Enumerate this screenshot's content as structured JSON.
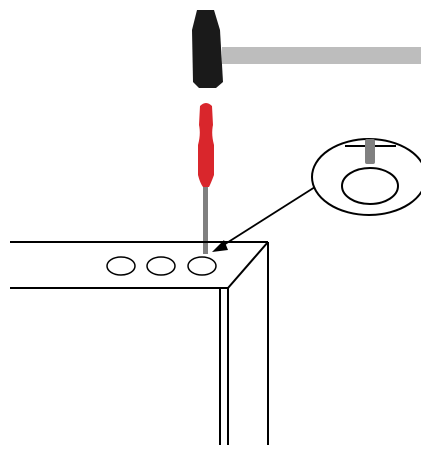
{
  "illustration": {
    "tool_names": [
      "hammer",
      "screwdriver"
    ],
    "surface": "panel-edge-with-holes",
    "hole_count": 3,
    "detail_callout": "magnified-hole",
    "colors": {
      "line": "#000000",
      "hammer_head": "#1a1a1a",
      "hammer_handle": "#bdbdbd",
      "screwdriver_handle": "#d9262c",
      "screwdriver_shaft": "#808080",
      "background": "#ffffff"
    }
  }
}
